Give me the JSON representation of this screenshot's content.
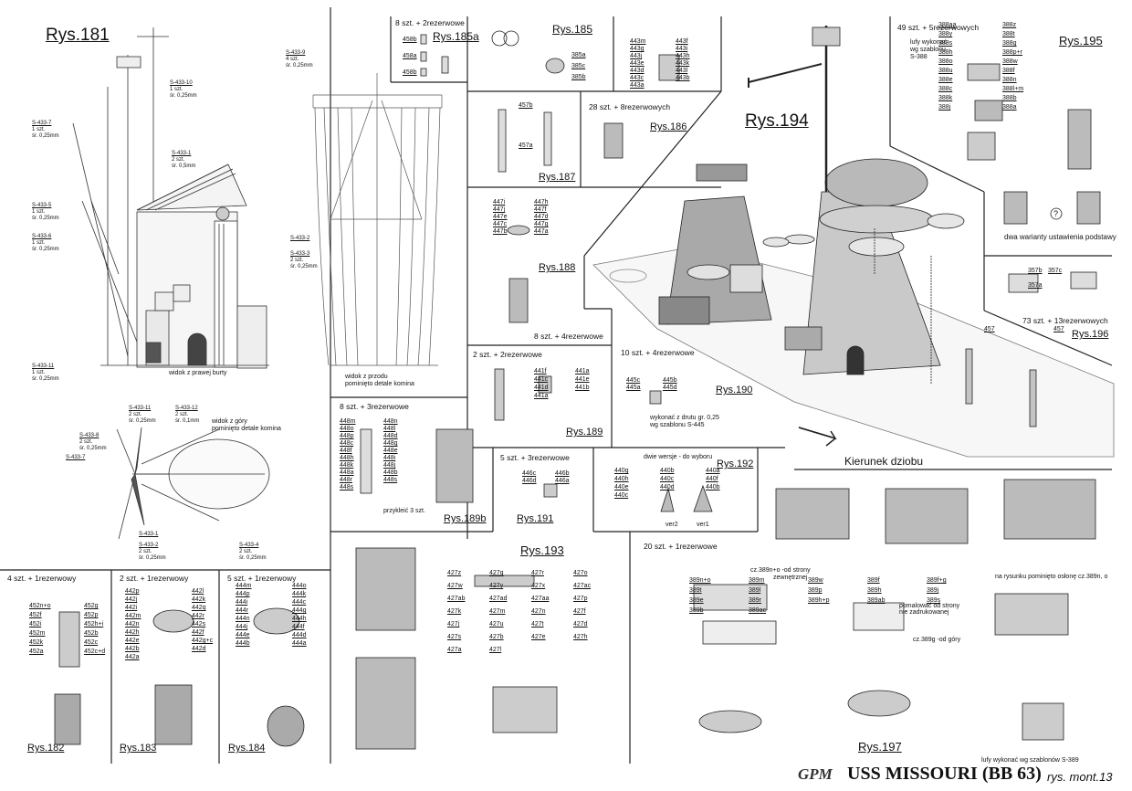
{
  "figures": {
    "r181": "Rys.181",
    "r182": "Rys.182",
    "r183": "Rys.183",
    "r184": "Rys.184",
    "r185": "Rys.185",
    "r185a": "Rys.185a",
    "r186": "Rys.186",
    "r187": "Rys.187",
    "r188": "Rys.188",
    "r189": "Rys.189",
    "r189b": "Rys.189b",
    "r190": "Rys.190",
    "r191": "Rys.191",
    "r192": "Rys.192",
    "r193": "Rys.193",
    "r194": "Rys.194",
    "r195": "Rys.195",
    "r196": "Rys.196",
    "r197": "Rys.197"
  },
  "counts": {
    "c185a": "8 szt. + 2rezerwowe",
    "c186": "28 szt. + 8rezerwowych",
    "c188": "8 szt. + 4rezerwowe",
    "c189": "2 szt. + 2rezerwowe",
    "c190": "10 szt. + 4rezerwowe",
    "c189b": "8 szt. + 3rezerwowe",
    "c191": "5 szt. + 3rezerwowe",
    "c182": "4 szt. + 1rezerwowy",
    "c183": "2 szt. + 1rezerwowy",
    "c184": "5 szt. + 1rezerwowy",
    "c195": "49 szt. + 5rezerwowych",
    "c196": "73 szt. + 13rezerwowych",
    "c197": "20 szt. + 1rezerwowe"
  },
  "notes": {
    "side_view": "widok z prawej burty",
    "front_view_1": "widok z przodu",
    "front_view_2": "pominięto detale komina",
    "top_view_1": "widok z góry",
    "top_view_2": "pominięto detale komina",
    "two_versions": "dwie wersje - do wyboru",
    "ver1": "ver1",
    "ver2": "ver2",
    "wire_1": "wykonać z drutu gr. 0,25",
    "wire_2": "wg szablonu S-445",
    "two_variants": "dwa warianty ustawienia podstawy",
    "bow_direction": "Kierunek dziobu",
    "barrels_195_1": "lufy wykonać",
    "barrels_195_2": "wg szablonu",
    "barrels_195_3": "S-388",
    "shield_omitted": "na rysunku pominięto osłonę cz.389n, o",
    "barrels_197": "lufy wykonać wg szablonów S-389",
    "example_3": "przykleić 3 szt.",
    "paint_389w_1": "pomalować od strony",
    "paint_389w_2": "nie zadrukowanej",
    "paint_389p_1": "cz.389n+o  -od strony",
    "paint_389p_2": "zewnętrznej",
    "paint_389f_1": "cz.389g -od góry",
    "question": "?"
  },
  "r181_labels": [
    {
      "id": "a",
      "lines": [
        "S-433-10",
        "1 szt.",
        "śr. 0,25mm"
      ]
    },
    {
      "id": "b",
      "lines": [
        "S-433-7",
        "1 szt.",
        "śr. 0,25mm"
      ]
    },
    {
      "id": "c",
      "lines": [
        "S-433-1",
        "2 szt.",
        "śr. 0,5mm"
      ]
    },
    {
      "id": "d",
      "lines": [
        "S-433-5",
        "1 szt.",
        "śr. 0,25mm"
      ]
    },
    {
      "id": "e",
      "lines": [
        "S-433-6",
        "1 szt.",
        "śr. 0,25mm"
      ]
    },
    {
      "id": "f",
      "lines": [
        "S-433-11",
        "1 szt.",
        "śr. 0,25mm"
      ]
    },
    {
      "id": "g",
      "lines": [
        "S-433-9",
        "4 szt.",
        "śr. 0,25mm"
      ]
    },
    {
      "id": "h",
      "lines": [
        "S-433-2"
      ]
    },
    {
      "id": "i",
      "lines": [
        "S-433-3",
        "2 szt.",
        "śr. 0,25mm"
      ]
    },
    {
      "id": "j",
      "lines": [
        "S-433-11",
        "2 szt.",
        "śr. 0,25mm"
      ]
    },
    {
      "id": "k",
      "lines": [
        "S-433-12",
        "2 szt.",
        "śr. 0,1mm"
      ]
    },
    {
      "id": "l",
      "lines": [
        "S-433-8",
        "2 szt.",
        "śr. 0,25mm"
      ]
    },
    {
      "id": "m",
      "lines": [
        "S-433-7"
      ]
    },
    {
      "id": "n",
      "lines": [
        "S-433-1"
      ]
    },
    {
      "id": "o",
      "lines": [
        "S-433-2",
        "2 szt.",
        "śr. 0,25mm"
      ]
    },
    {
      "id": "p",
      "lines": [
        "S-433-4",
        "2 szt.",
        "śr. 0,25mm"
      ]
    }
  ],
  "parts": {
    "p185a": [
      "458b",
      "458a",
      "458b"
    ],
    "p185": [
      "385a",
      "385c",
      "385b"
    ],
    "p185r": [
      "443m",
      "443f",
      "443g",
      "443i",
      "443j",
      "443h",
      "443e",
      "443k",
      "443d",
      "443l",
      "443c",
      "443b",
      "443a"
    ],
    "p187": [
      "457b",
      "457a"
    ],
    "p188": [
      "447i",
      "447h",
      "447j",
      "447f",
      "447e",
      "447d",
      "447c",
      "447g",
      "447b",
      "447a"
    ],
    "p189": [
      "441f",
      "441a",
      "441c",
      "441e",
      "441d",
      "441b",
      "441a"
    ],
    "p190": [
      "445c",
      "445b",
      "445a",
      "445d"
    ],
    "p189b": [
      "448m",
      "448n",
      "448o",
      "448l",
      "448p",
      "448d",
      "448c",
      "448g",
      "448f",
      "448e",
      "448h",
      "448i",
      "448k",
      "448j",
      "448a",
      "448b",
      "448r",
      "448s",
      "448s"
    ],
    "p191": [
      "446c",
      "446b",
      "446d",
      "446a"
    ],
    "p192": [
      "440g",
      "440b",
      "440a",
      "440h",
      "440c",
      "440f",
      "440e",
      "440d",
      "440b",
      "440c"
    ],
    "p182": [
      "452n+o",
      "452g",
      "452f",
      "452p",
      "452i",
      "452h+i",
      "452m",
      "452b",
      "452k",
      "452c",
      "452a",
      "452c+d"
    ],
    "p183": [
      "442p",
      "442l",
      "442j",
      "442k",
      "442i",
      "442q",
      "442m",
      "442r",
      "442n",
      "442s",
      "442h",
      "442f",
      "442e",
      "442g+c",
      "442b",
      "442d",
      "442a"
    ],
    "p184": [
      "444m",
      "444o",
      "444p",
      "444k",
      "444i",
      "444c",
      "444r",
      "444g",
      "444n",
      "444h",
      "444j",
      "444f",
      "444e",
      "444d",
      "444b",
      "444a"
    ],
    "p193": [
      "427z",
      "427q",
      "427r",
      "427o",
      "427w",
      "427y",
      "427x",
      "427ac",
      "427ab",
      "427ad",
      "427aa",
      "427p",
      "427k",
      "427m",
      "427n",
      "427f",
      "427j",
      "427u",
      "427t",
      "427d",
      "427s",
      "427b",
      "427e",
      "427h",
      "427a",
      "427l"
    ],
    "p195": [
      "388aa",
      "388z",
      "388y",
      "388t",
      "388s",
      "388g",
      "388h",
      "388p+r",
      "388o",
      "388w",
      "388u",
      "388f",
      "388e",
      "388n",
      "388c",
      "388l+m",
      "388k",
      "388b",
      "388j",
      "388a"
    ],
    "p196": [
      "357b",
      "357c",
      "357a"
    ],
    "p197": [
      "389n+o",
      "389m",
      "389w",
      "389f",
      "389f+g",
      "389t",
      "389l",
      "389p",
      "389h",
      "389j",
      "389e",
      "389r",
      "389h+p",
      "389ab",
      "389s",
      "389b",
      "389ac"
    ],
    "p194": [
      "457",
      "457"
    ]
  },
  "footer": {
    "brand": "GPM",
    "title": "USS MISSOURI (BB 63)",
    "sheet": "rys. mont.13"
  }
}
